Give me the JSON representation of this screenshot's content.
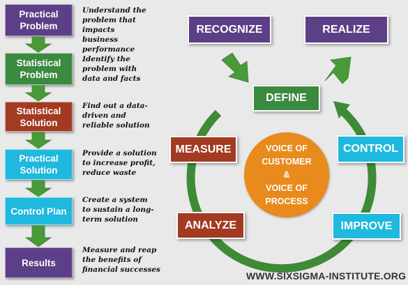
{
  "flow_steps": [
    {
      "label": "Practical\nProblem",
      "desc": "Understand the\nproblem that impacts\nbusiness performance",
      "color": "#5c3f86"
    },
    {
      "label": "Statistical\nProblem",
      "desc": "Identify the\nproblem with\ndata and facts",
      "color": "#3a8a3f"
    },
    {
      "label": "Statistical\nSolution",
      "desc": "Find out a data-\ndriven and\nreliable solution",
      "color": "#a33a22"
    },
    {
      "label": "Practical\nSolution",
      "desc": "Provide a solution\nto increase profit,\nreduce waste",
      "color": "#1fb8de"
    },
    {
      "label": "Control Plan",
      "desc": "Create a system\nto sustain a long-\nterm solution",
      "color": "#1fb8de"
    },
    {
      "label": "Results",
      "desc": "Measure and reap\nthe benefits of\nfinancial successes",
      "color": "#5c3f86"
    }
  ],
  "phases": {
    "recognize": "RECOGNIZE",
    "realize": "REALIZE",
    "define": "DEFINE",
    "measure": "MEASURE",
    "control": "CONTROL",
    "analyze": "ANALYZE",
    "improve": "IMPROVE"
  },
  "phase_colors": {
    "purple": "#5c3f86",
    "green": "#3a8a3f",
    "red": "#a33a22",
    "cyan": "#1fb8de",
    "orange": "#e98a1c",
    "arrow_green": "#4a9a3a"
  },
  "center_circle": "VOICE OF\nCUSTOMER\n&\nVOICE OF\nPROCESS",
  "watermark": "WWW.SIXSIGMA-INSTITUTE.ORG"
}
